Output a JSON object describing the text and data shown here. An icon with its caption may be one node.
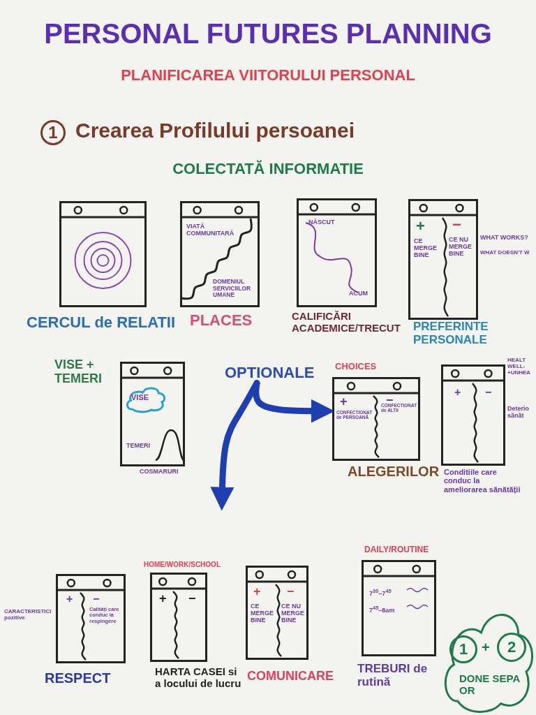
{
  "diagram": {
    "title": "PERSONAL FUTURES PLANNING",
    "nodes": [
      {
        "text": [],
        "shape": "box",
        "beside": [
          "CERCUL de RELATII"
        ]
      },
      {
        "text": [
          "VIATĂ COMMUNITARĂ",
          "DOMENIUL SERVICIILOR UMANE"
        ],
        "beside": [
          "PLACES"
        ]
      },
      {
        "text": [
          "NĂSCUT",
          "ACUM"
        ],
        "beside": [
          "CALIFICĂRI ACADEMICE/TRECUT"
        ]
      },
      {
        "text": [
          "+",
          "CE MERGE BINE",
          "−",
          "CE NU MERGE BINE"
        ],
        "beside": [
          "PREFERINTE PERSONALE",
          "WHAT WORKS?",
          "WHAT DOESN'T W"
        ]
      },
      {
        "text": [
          "TEMERI"
        ],
        "beside": [
          "VISE + TEMERI",
          "COSMARURI"
        ]
      },
      {
        "text": [
          "VISE"
        ],
        "in": 4
      },
      {
        "text": [
          "OPTIONALE"
        ]
      },
      {
        "text": [
          "+",
          "CONFECTIONAT de PERSOANĂ",
          "−",
          "CONFECTIONAT de ALTII"
        ],
        "beside": [
          "CHOICES",
          "ALEGERILOR"
        ]
      },
      {
        "text": [
          "+",
          "−"
        ],
        "beside": [
          "HEALT WELL- +UNHEA",
          "Deterio sănăt",
          "Conditiile care conduc la ameliorarea sănătății"
        ]
      },
      {
        "text": [
          "+",
          "−",
          "Calități care conduc la respingere"
        ],
        "beside": [
          "CARACTERISTICI pozitive",
          "RESPECT"
        ]
      },
      {
        "text": [
          "+",
          "−"
        ],
        "beside": [
          "HOME/WORK/SCHOOL",
          "HARTA CASEI si a locului de lucru"
        ]
      },
      {
        "text": [
          "+",
          "CE MERGE BINE",
          "−",
          "CE NU MERGE BINE"
        ],
        "beside": [
          "COMUNICARE"
        ]
      },
      {
        "text": [
          "7$^{30}$–7$^{45}$",
          "7$^{45}$–8am"
        ],
        "beside": [
          "DAILY/ROUTINE",
          "TREBURI de rutină"
        ]
      },
      {
        "text": [
          "+",
          "DONE SEPA OR"
        ]
      },
      {
        "text": [
          "1"
        ],
        "in": 13
      },
      {
        "text": [
          "2"
        ],
        "in": 13
      }
    ],
    "edges": [
      {
        "from": 6,
        "to": 7,
        "arrow": "to"
      },
      {
        "from": 6,
        "to": null,
        "arrow": "to"
      }
    ],
    "labels": [
      "PLANIFICAREA VIITORULUI PERSONAL",
      "1",
      "Crearea Profilului persoanei",
      "COLECTATĂ INFORMATIE"
    ]
  }
}
